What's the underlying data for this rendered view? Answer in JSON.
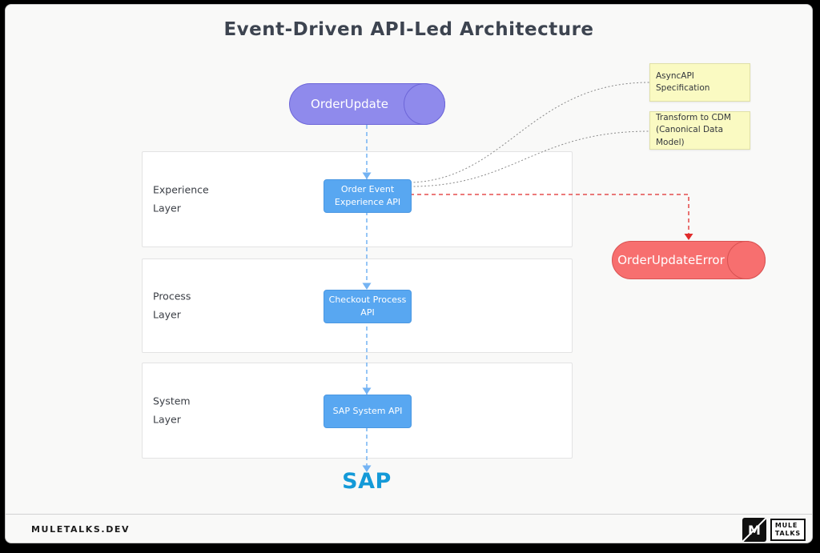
{
  "title": "Event-Driven API-Led Architecture",
  "colors": {
    "event_purple": "#8f8aec",
    "error_red": "#f76f6f",
    "api_blue": "#58a7f1",
    "note_yellow": "#fafac2",
    "flow_blue": "#74b3f3",
    "error_flow_red": "#e02b2b",
    "sap_blue": "#149ad8"
  },
  "event_source": {
    "label": "OrderUpdate"
  },
  "error_event": {
    "label": "OrderUpdateError"
  },
  "notes": [
    {
      "line1": "AsyncAPI Specification",
      "line2": ""
    },
    {
      "line1": "Transform to CDM",
      "line2": "(Canonical Data Model)"
    }
  ],
  "layers": [
    {
      "label1": "Experience",
      "label2": "Layer",
      "api1": "Order Event",
      "api2": "Experience API"
    },
    {
      "label1": "Process",
      "label2": "Layer",
      "api1": "Checkout Process",
      "api2": "API"
    },
    {
      "label1": "System",
      "label2": "Layer",
      "api1": "SAP System API",
      "api2": ""
    }
  ],
  "backend": {
    "label": "SAP"
  },
  "footer": {
    "site": "MULETALKS.DEV",
    "logo_monogram": "M",
    "logo_line1": "MULE",
    "logo_line2": "TALKS"
  }
}
